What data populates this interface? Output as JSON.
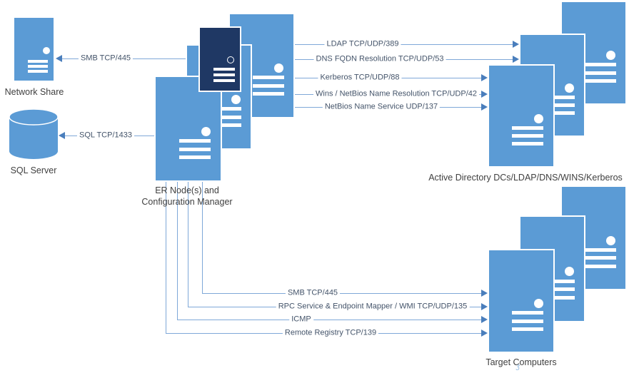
{
  "nodes": {
    "network_share": {
      "label": "Network Share"
    },
    "sql_server": {
      "label": "SQL Server"
    },
    "er_node": {
      "label_line1": "ER Node(s) and",
      "label_line2": "Configuration Manager"
    },
    "active_directory": {
      "label": "Active Directory DCs/LDAP/DNS/WINS/Kerberos"
    },
    "target_computers": {
      "label": "Target Computers",
      "stray_mark": "ʒ"
    }
  },
  "connections": {
    "smb_share": {
      "label": "SMB TCP/445",
      "from": "ER Node(s) and Configuration Manager",
      "to": "Network Share"
    },
    "sql": {
      "label": "SQL TCP/1433",
      "from": "ER Node(s) and Configuration Manager",
      "to": "SQL Server"
    },
    "ldap": {
      "label": "LDAP TCP/UDP/389",
      "from": "ER Node(s) and Configuration Manager",
      "to": "Active Directory DCs"
    },
    "dns": {
      "label": "DNS FQDN Resolution TCP/UDP/53",
      "from": "ER Node(s) and Configuration Manager",
      "to": "Active Directory DCs"
    },
    "kerberos": {
      "label": "Kerberos TCP/UDP/88",
      "from": "ER Node(s) and Configuration Manager",
      "to": "Active Directory DCs"
    },
    "wins": {
      "label": "Wins / NetBios Name Resolution TCP/UDP/42",
      "from": "ER Node(s) and Configuration Manager",
      "to": "Active Directory DCs"
    },
    "netbios": {
      "label": "NetBios Name Service UDP/137",
      "from": "ER Node(s) and Configuration Manager",
      "to": "Active Directory DCs"
    },
    "smb_target": {
      "label": "SMB TCP/445",
      "from": "ER Node(s) and Configuration Manager",
      "to": "Target Computers"
    },
    "rpc": {
      "label": "RPC Service & Endpoint Mapper / WMI TCP/UDP/135",
      "from": "ER Node(s) and Configuration Manager",
      "to": "Target Computers"
    },
    "icmp": {
      "label": "ICMP",
      "from": "ER Node(s) and Configuration Manager",
      "to": "Target Computers"
    },
    "remote_registry": {
      "label": "Remote Registry TCP/139",
      "from": "ER Node(s) and Configuration Manager",
      "to": "Target Computers"
    }
  },
  "colors": {
    "node_fill": "#5B9BD5",
    "node_fill_dark": "#1F3864",
    "connector": "#7FA8D8",
    "arrowhead": "#4A7EBC",
    "node_label_text": "#3F3F3F",
    "connector_label_text": "#44546A"
  }
}
